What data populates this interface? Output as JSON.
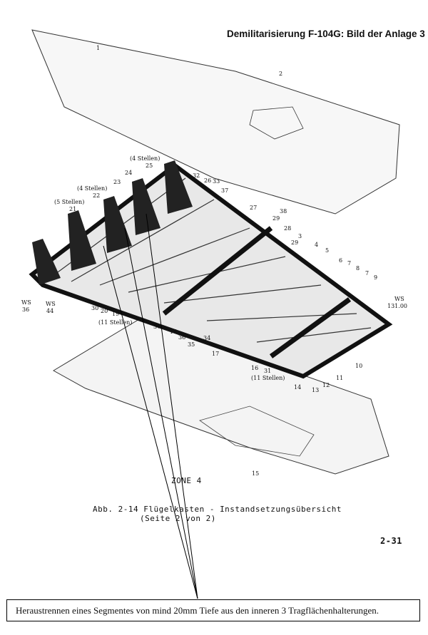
{
  "header": {
    "title": "Demilitarisierung F-104G: Bild der Anlage 3"
  },
  "figure": {
    "part_labels": [
      "1",
      "2",
      "25",
      "32",
      "26",
      "33",
      "37",
      "27",
      "24",
      "23",
      "22",
      "21",
      "38",
      "29",
      "28",
      "29",
      "3",
      "4",
      "5",
      "6",
      "7",
      "8",
      "7",
      "9",
      "30",
      "20",
      "19",
      "37",
      "18",
      "36",
      "35",
      "34",
      "17",
      "16",
      "31",
      "14",
      "13",
      "12",
      "11",
      "10",
      "15"
    ],
    "count_notes": [
      "(4 Stellen)",
      "(4 Stellen)",
      "(5 Stellen)",
      "(11 Stellen)",
      "(11 Stellen)"
    ],
    "stations": [
      "WS",
      "131.00",
      "WS",
      "36",
      "WS",
      "44"
    ],
    "zone": "ZONE 4",
    "caption_line1": "Abb. 2-14  Flügelkasten  -  Instandsetzungsübersicht",
    "caption_line2": "(Seite 2 von 2)",
    "page_number": "2-31"
  },
  "note": {
    "text": "Heraustrennen eines Segmentes von mind 20mm Tiefe aus den inneren 3 Tragflächenhalterungen."
  }
}
